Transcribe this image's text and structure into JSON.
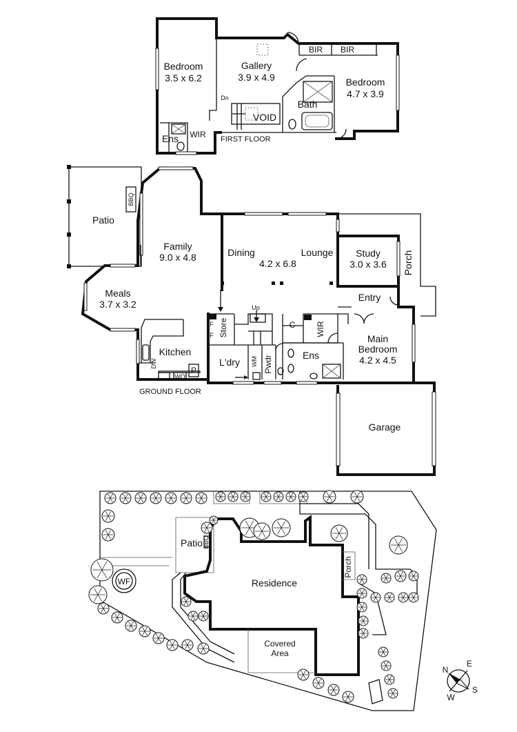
{
  "floor_labels": {
    "first": "FIRST FLOOR",
    "ground": "GROUND FLOOR"
  },
  "first_floor": {
    "bedroom_left": {
      "name": "Bedroom",
      "dims": "3.5 x 6.2"
    },
    "gallery": {
      "name": "Gallery",
      "dims": "3.9 x 4.9"
    },
    "bedroom_right": {
      "name": "Bedroom",
      "dims": "4.7 x 3.9"
    },
    "bir_1": "BIR",
    "bir_2": "BIR",
    "bath": "Bath",
    "void": "VOID",
    "dn": "Dn",
    "ens": "Ens",
    "wir": "WIR"
  },
  "ground_floor": {
    "patio": "Patio",
    "bbq": "BBQ",
    "family": {
      "name": "Family",
      "dims": "9.0 x 4.8"
    },
    "meals": {
      "name": "Meals",
      "dims": "3.7 x 3.2"
    },
    "dining": "Dining",
    "dining_lounge_dims": "4.2 x 6.8",
    "lounge": "Lounge",
    "study": {
      "name": "Study",
      "dims": "3.0 x 3.6"
    },
    "porch": "Porch",
    "entry": "Entry",
    "kitchen": "Kitchen",
    "store": "Store",
    "f1": "F",
    "f2": "F",
    "up": "Up",
    "c": "C",
    "wir": "WIR",
    "ldry": "L'dry",
    "wm": "WM",
    "pwdr": "Pwdr",
    "ens": "Ens",
    "dw": "DW",
    "wo": "WO",
    "p": "P",
    "main_bedroom": {
      "name": "Main",
      "name2": "Bedroom",
      "dims": "4.2 x 4.5"
    },
    "garage": "Garage"
  },
  "site_plan": {
    "patio": "Patio",
    "bbq": "BBQ",
    "wf": "WF",
    "residence": "Residence",
    "porch": "Porch",
    "covered_area_1": "Covered",
    "covered_area_2": "Area"
  },
  "compass": {
    "n": "N",
    "e": "E",
    "s": "S",
    "w": "W"
  }
}
